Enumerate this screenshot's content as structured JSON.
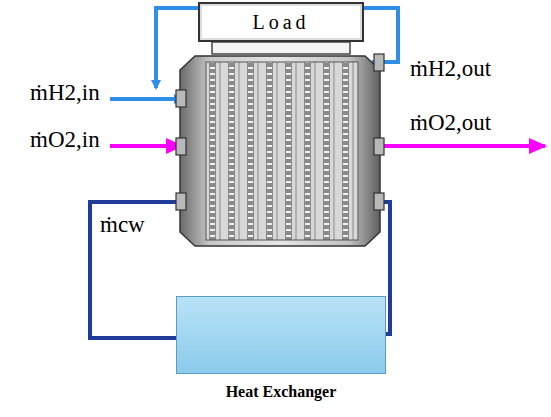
{
  "diagram": {
    "nodes": [
      {
        "text": [
          "Load"
        ]
      },
      {
        "text": [
          "Heat Exchanger"
        ]
      }
    ],
    "labels": [
      "ṁH2,in",
      "ṁO2,in",
      "ṁH2,out",
      "ṁO2,out",
      "ṁcw"
    ]
  }
}
